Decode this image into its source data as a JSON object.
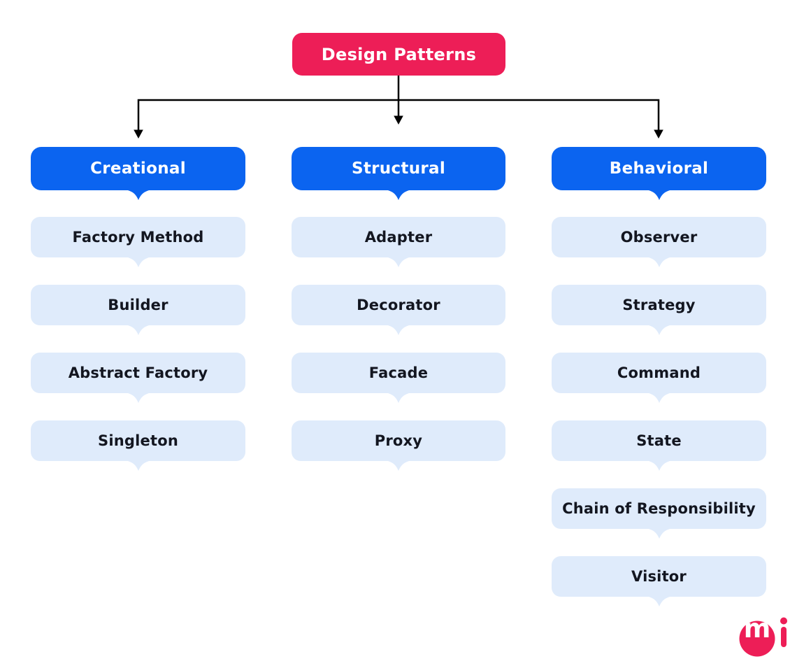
{
  "title": "Design Patterns diagram",
  "root": {
    "label": "Design Patterns"
  },
  "columns": [
    {
      "header": "Creational",
      "items": [
        "Factory Method",
        "Builder",
        "Abstract Factory",
        "Singleton"
      ]
    },
    {
      "header": "Structural",
      "items": [
        "Adapter",
        "Decorator",
        "Facade",
        "Proxy"
      ]
    },
    {
      "header": "Behavioral",
      "items": [
        "Observer",
        "Strategy",
        "Command",
        "State",
        "Chain of Responsibility",
        "Visitor"
      ]
    }
  ],
  "colors": {
    "root_bg": "#ED1E57",
    "header_bg": "#0B64F0",
    "item_bg": "#DFEBFB",
    "item_text": "#131620",
    "connector": "#000000",
    "logo_pink": "#ED1E57"
  },
  "logo": {
    "icon": "m-circle-i-logo",
    "letters": "mi"
  }
}
